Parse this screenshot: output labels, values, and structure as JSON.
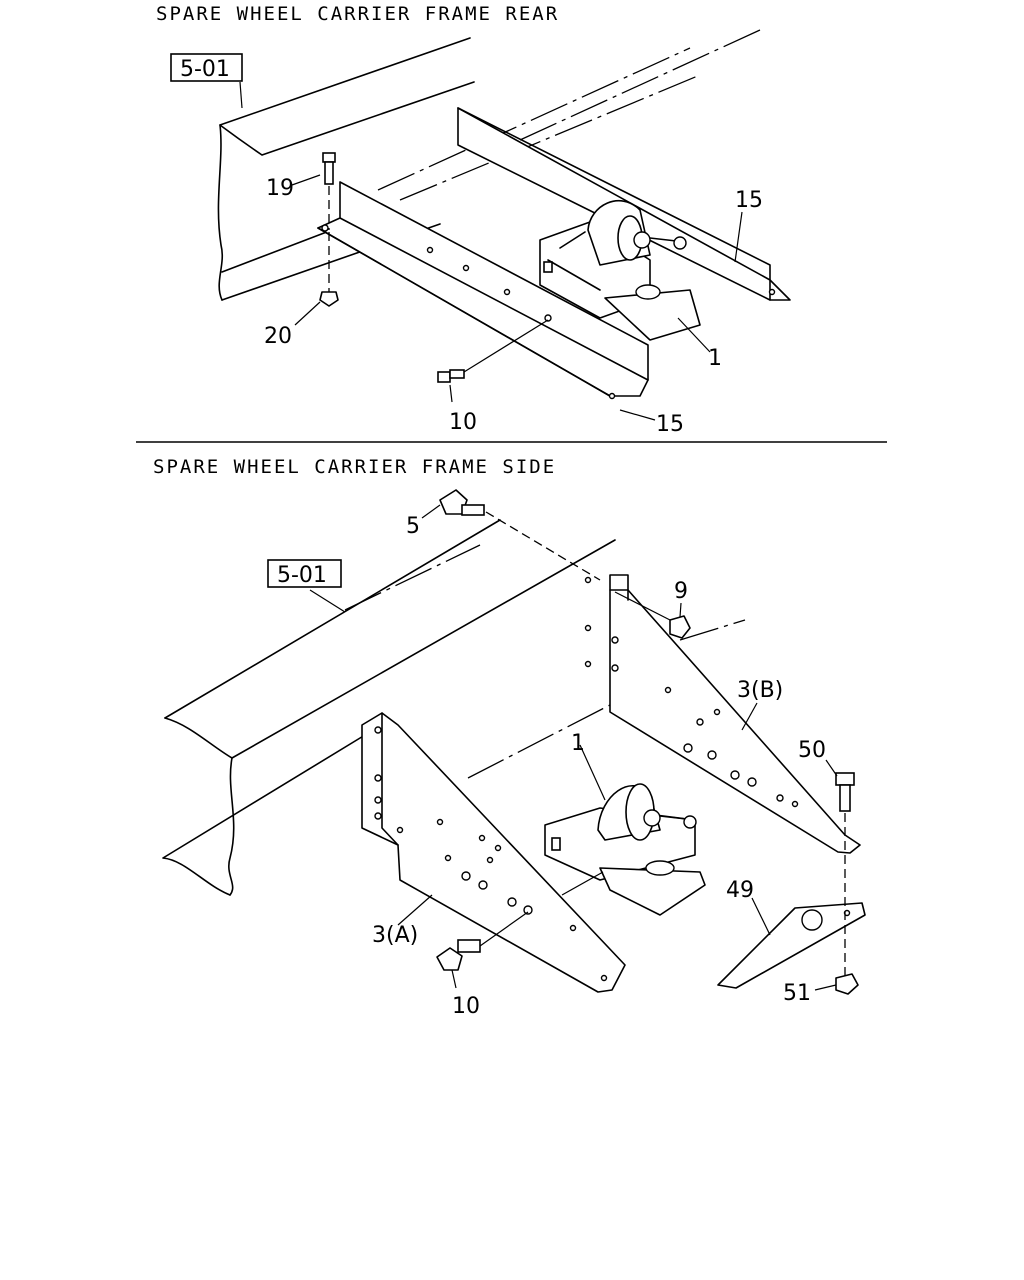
{
  "sections": [
    {
      "title": "SPARE WHEEL CARRIER FRAME REAR",
      "ref_box": "5-01",
      "callouts": [
        "19",
        "20",
        "10",
        "15",
        "15",
        "1"
      ]
    },
    {
      "title": "SPARE WHEEL CARRIER FRAME SIDE",
      "ref_box": "5-01",
      "callouts": [
        "5",
        "9",
        "3(B)",
        "50",
        "1",
        "49",
        "3(A)",
        "10",
        "51"
      ]
    }
  ]
}
